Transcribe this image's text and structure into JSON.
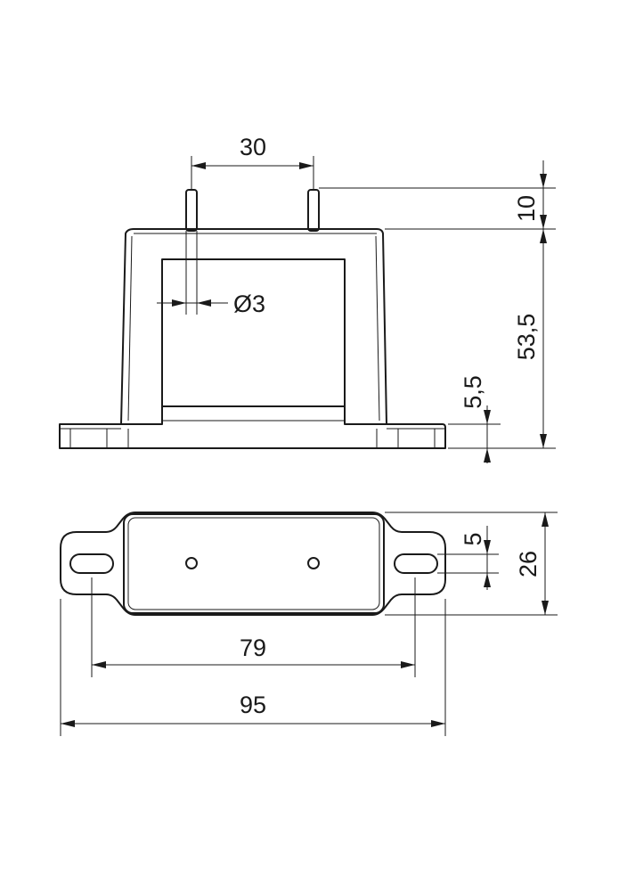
{
  "dimensions": {
    "pin_spacing": "30",
    "pin_height": "10",
    "total_height": "53,5",
    "pin_diameter": "Ø3",
    "base_thickness": "5,5",
    "slot_width": "5",
    "width": "26",
    "hole_spacing": "79",
    "total_length": "95"
  },
  "colors": {
    "line": "#1a1a1a",
    "background": "#ffffff"
  }
}
